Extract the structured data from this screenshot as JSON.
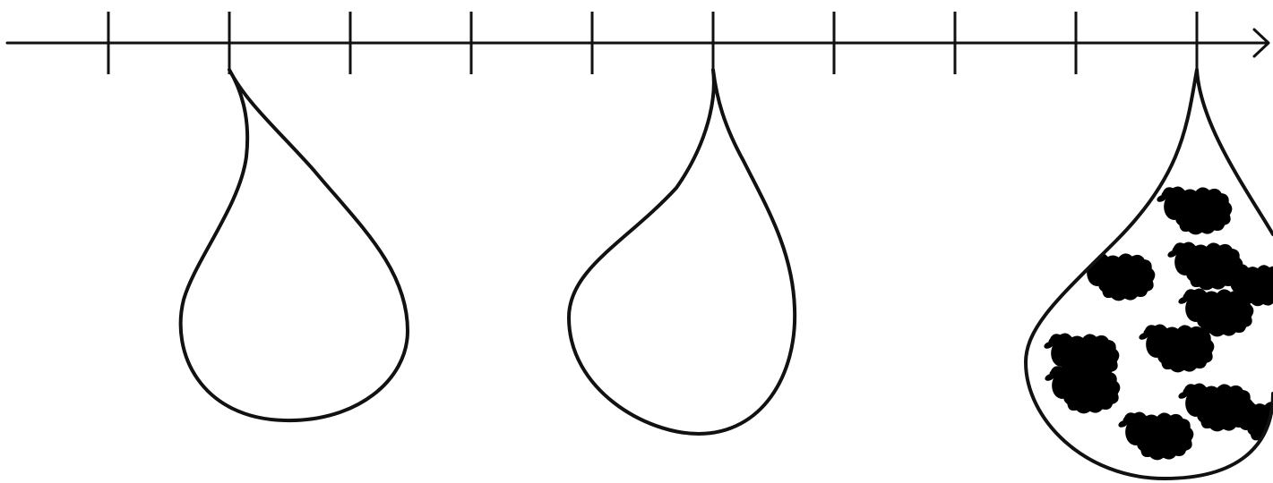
{
  "diagram": {
    "timeline": {
      "tick_count": 10,
      "arrow": "right-chevron"
    },
    "drops": [
      {
        "attached_tick": 2,
        "contents": "empty"
      },
      {
        "attached_tick": 6,
        "contents": "empty"
      },
      {
        "attached_tick": 10,
        "contents": "sheep-flock",
        "sheep_count": 11
      }
    ],
    "colors": {
      "stroke": "#111111",
      "background": "#ffffff"
    }
  }
}
